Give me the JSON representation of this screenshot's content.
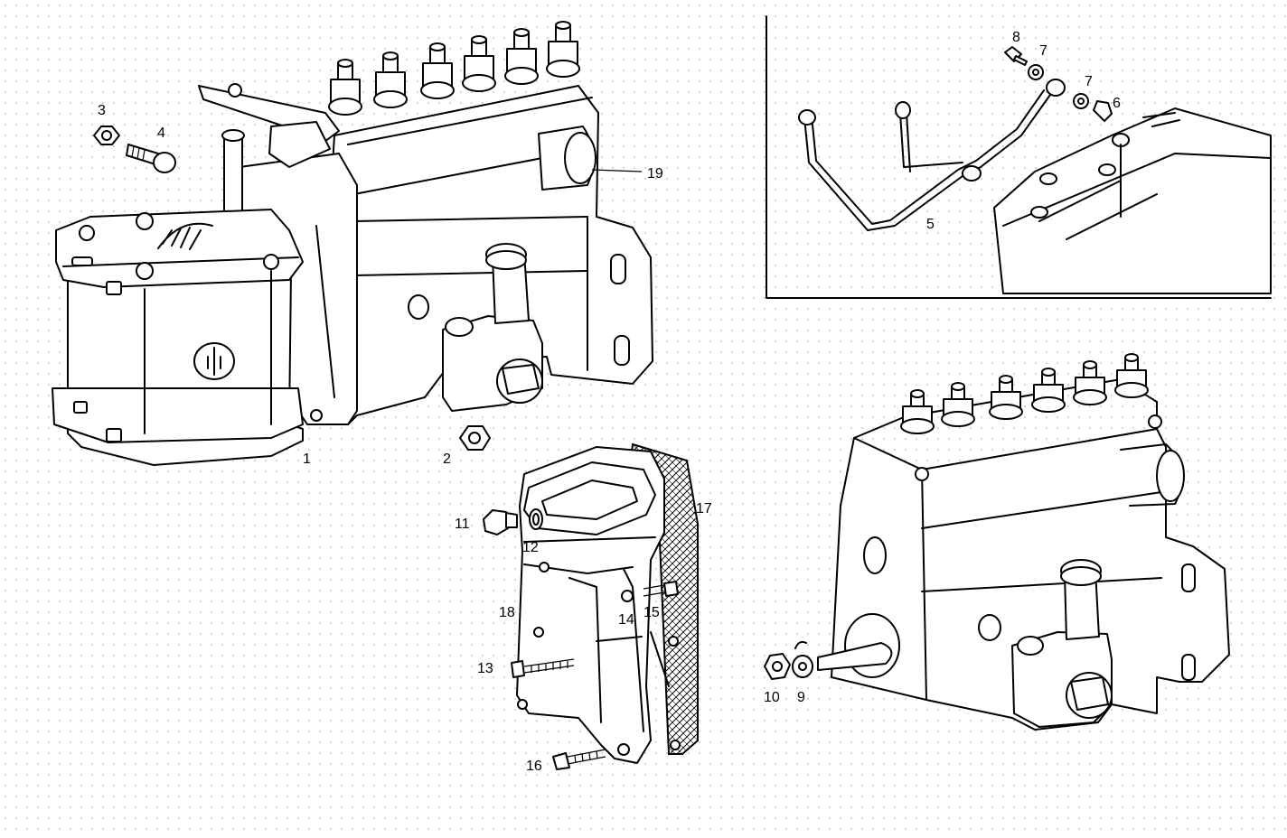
{
  "callouts": [
    {
      "id": "c1",
      "text": "1"
    },
    {
      "id": "c2",
      "text": "2"
    },
    {
      "id": "c3",
      "text": "3"
    },
    {
      "id": "c4",
      "text": "4"
    },
    {
      "id": "c5",
      "text": "5"
    },
    {
      "id": "c6",
      "text": "6"
    },
    {
      "id": "c7a",
      "text": "7"
    },
    {
      "id": "c7b",
      "text": "7"
    },
    {
      "id": "c8",
      "text": "8"
    },
    {
      "id": "c9",
      "text": "9"
    },
    {
      "id": "c10",
      "text": "10"
    },
    {
      "id": "c11",
      "text": "11"
    },
    {
      "id": "c12",
      "text": "12"
    },
    {
      "id": "c13",
      "text": "13"
    },
    {
      "id": "c14",
      "text": "14"
    },
    {
      "id": "c15",
      "text": "15"
    },
    {
      "id": "c16",
      "text": "16"
    },
    {
      "id": "c17",
      "text": "17"
    },
    {
      "id": "c18",
      "text": "18"
    },
    {
      "id": "c19",
      "text": "19"
    }
  ]
}
